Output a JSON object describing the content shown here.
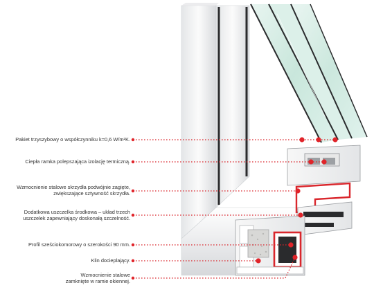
{
  "colors": {
    "accent": "#e0242a",
    "line": "#d9262c",
    "frame_white": "#f2f3f4",
    "frame_shadow": "#c8cbce",
    "glass": "#c9e6dc",
    "gasket": "#2a2b2d",
    "steel": "#bfbfbf",
    "text": "#333333"
  },
  "callouts": [
    {
      "lines": [
        "Pakiet trzyszybowy o współczynniku k=0,6 W/m²K."
      ]
    },
    {
      "lines": [
        "Ciepła ramka polepszająca izolację termiczną."
      ]
    },
    {
      "lines": [
        "Wzmocnienie stalowe skrzydła podwójnie zagięte,",
        "zwiększające sztywność skrzydła."
      ]
    },
    {
      "lines": [
        "Dodatkowa uszczelka środkowa – układ trzech",
        "uszczelek zapewniający doskonałą szczelność."
      ]
    },
    {
      "lines": [
        "Profil sześciokomorowy o szerokości 90 mm."
      ]
    },
    {
      "lines": [
        "Klin docieplający."
      ]
    },
    {
      "lines": [
        "Wzmocnienie stalowe",
        "zamknięte w ramie okiennej."
      ]
    }
  ]
}
